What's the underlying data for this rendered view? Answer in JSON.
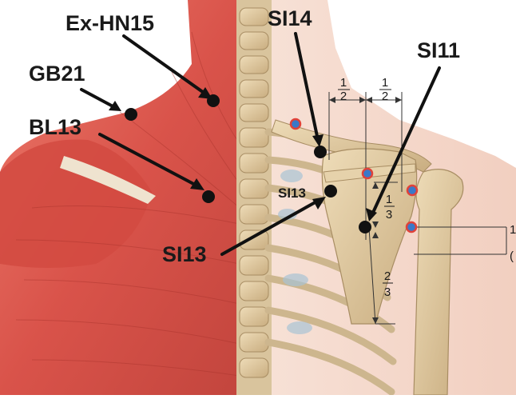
{
  "labels": {
    "ex_hn15": "Ex-HN15",
    "gb21": "GB21",
    "bl13": "BL13",
    "si14": "SI14",
    "si11": "SI11",
    "si13_small": "SI13",
    "si13_large": "SI13"
  },
  "fractions": {
    "half_numerator": "1",
    "half_denominator": "2",
    "third_numerator": "1",
    "third_denominator": "3",
    "two_thirds_numerator": "2",
    "two_thirds_denominator": "3"
  },
  "edge_text": {
    "top": "1",
    "bottom": "("
  },
  "colors": {
    "muscle": "#d9534a",
    "bone": "#d8c29a",
    "skin": "#f3d4c6",
    "marker": "#111111",
    "ref_ring": "#e0423a",
    "ref_core": "#3a78c9"
  }
}
